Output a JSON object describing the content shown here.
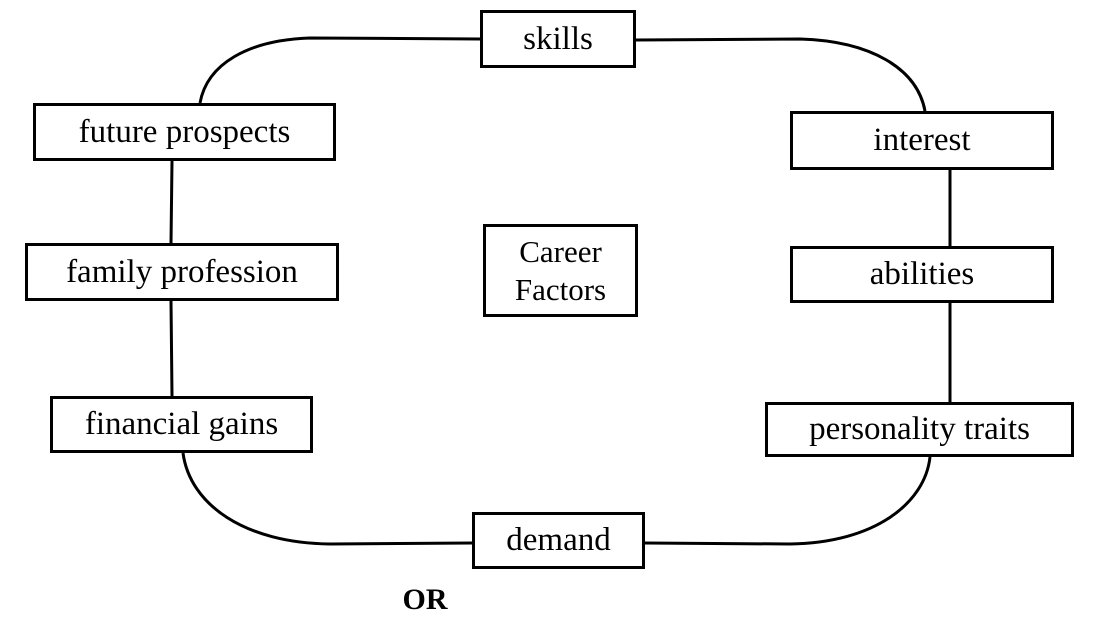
{
  "diagram": {
    "title": "Career Factors",
    "center_node": {
      "id": "career-factors",
      "label": "Career\nFactors"
    },
    "footnote": "OR",
    "nodes": [
      {
        "id": "skills",
        "label": "skills"
      },
      {
        "id": "future-prospects",
        "label": "future prospects"
      },
      {
        "id": "family-profession",
        "label": "family profession"
      },
      {
        "id": "financial-gains",
        "label": "financial gains"
      },
      {
        "id": "interest",
        "label": "interest"
      },
      {
        "id": "abilities",
        "label": "abilities"
      },
      {
        "id": "personality-traits",
        "label": "personality traits"
      },
      {
        "id": "demand",
        "label": "demand"
      }
    ],
    "edges": [
      {
        "from": "future-prospects",
        "to": "skills",
        "style": "curve"
      },
      {
        "from": "skills",
        "to": "interest",
        "style": "curve"
      },
      {
        "from": "future-prospects",
        "to": "family-profession",
        "style": "straight"
      },
      {
        "from": "family-profession",
        "to": "financial-gains",
        "style": "straight"
      },
      {
        "from": "interest",
        "to": "abilities",
        "style": "straight"
      },
      {
        "from": "abilities",
        "to": "personality-traits",
        "style": "straight"
      },
      {
        "from": "financial-gains",
        "to": "demand",
        "style": "curve"
      },
      {
        "from": "demand",
        "to": "personality-traits",
        "style": "curve"
      }
    ],
    "colors": {
      "stroke": "#000000",
      "background": "#ffffff",
      "text": "#000000"
    }
  }
}
